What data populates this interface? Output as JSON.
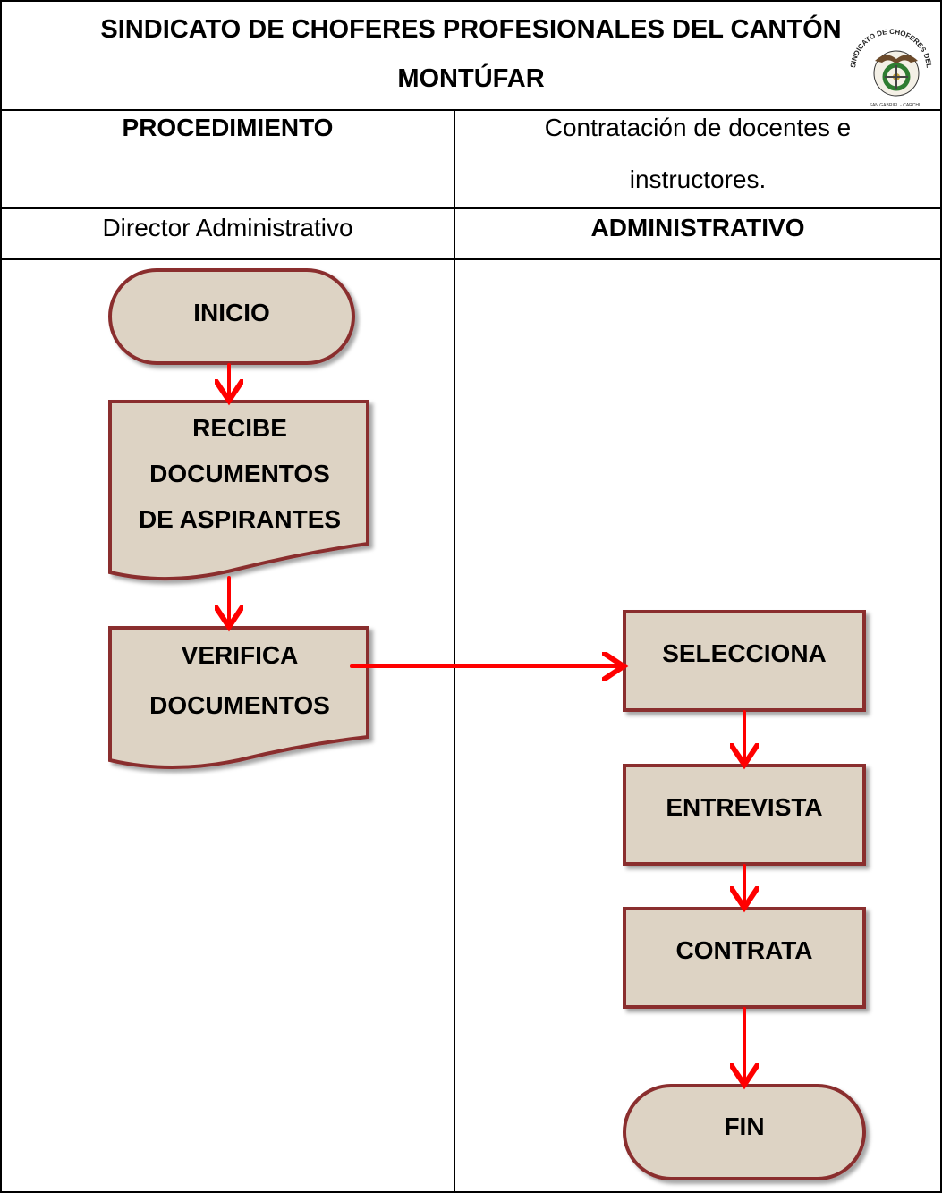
{
  "header": {
    "title_line1": "SINDICATO DE CHOFERES PROFESIONALES DEL CANTÓN",
    "title_line2": "MONTÚFAR",
    "logo_text_top": "SINDICATO DE CHOFERES DEL CANTÓN",
    "logo_text_bottom": "SAN GABRIEL - CARCHI"
  },
  "procedure": {
    "label": "PROCEDIMIENTO",
    "value_line1": "Contratación de docentes e",
    "value_line2": "instructores."
  },
  "lanes": {
    "left": "Director Administrativo",
    "right": "ADMINISTRATIVO"
  },
  "nodes": {
    "start": "INICIO",
    "receive_1": "RECIBE",
    "receive_2": "DOCUMENTOS",
    "receive_3": "DE ASPIRANTES",
    "verify_1": "VERIFICA",
    "verify_2": "DOCUMENTOS",
    "select": "SELECCIONA",
    "interview": "ENTREVISTA",
    "hire": "CONTRATA",
    "end": "FIN"
  },
  "colors": {
    "shape_fill": "#ddd3c4",
    "shape_border": "#8a2e2e",
    "arrow": "#ff0000"
  }
}
